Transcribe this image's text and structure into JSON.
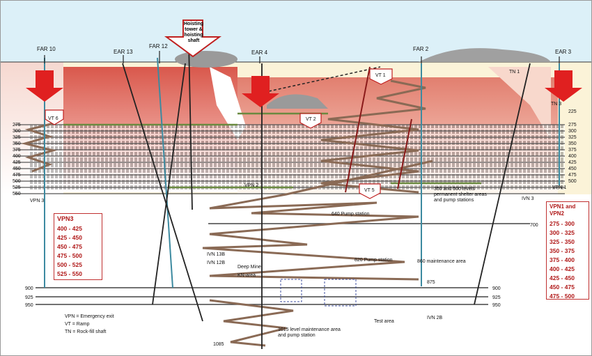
{
  "shafts": {
    "far10": "FAR 10",
    "ear13": "EAR 13",
    "far12": "FAR 12",
    "hoisting": "Hoisting tower & hoisting shaft",
    "ear4": "EAR 4",
    "far2": "FAR 2",
    "ear3": "EAR 3",
    "tn1": "TN 1",
    "tn3": "TN 3"
  },
  "ramps": {
    "vt1": "VT 1",
    "vt2": "VT 2",
    "vt5": "VT 5",
    "vt6": "VT 6"
  },
  "levels_left": [
    "275",
    "300",
    "325",
    "350",
    "375",
    "400",
    "425",
    "450",
    "475",
    "500",
    "525",
    "550"
  ],
  "levels_right": [
    "225",
    "275",
    "300",
    "325",
    "350",
    "375",
    "400",
    "425",
    "450",
    "475",
    "500"
  ],
  "deep_levels": {
    "l700": "700",
    "l875": "875",
    "l900": "900",
    "l925": "925",
    "l950": "950",
    "l1085": "1085"
  },
  "labels": {
    "vpn2": "VPN 2",
    "vpn1": "VPN 1",
    "vpn3": "VPN 3",
    "ivn3": "IVN 3",
    "ivn13b": "IVN 13B",
    "ivn12b": "IVN 12B",
    "ivn2b": "IVN 2B",
    "shelter": "350 and 500 levels permanent shelter areas and pump stations",
    "pump640": "640  Pump station",
    "pump820": "820  Pump station",
    "maint860": "860  maintenance area",
    "deepmine": "Deep Mine",
    "kn": "KN-area",
    "test": "Test area",
    "maint1015": "1015 level maintenance area and pump station"
  },
  "vpn3_box": {
    "title": "VPN3",
    "ranges": [
      "400 - 425",
      "425 - 450",
      "450 - 475",
      "475 - 500",
      "500 - 525",
      "525 - 550"
    ]
  },
  "vpn12_box": {
    "title": "VPN1  and VPN2",
    "ranges": [
      "275 - 300",
      "300 - 325",
      "325 - 350",
      "350 - 375",
      "375 - 400",
      "400 - 425",
      "425 - 450",
      "450 - 475",
      "475 - 500"
    ]
  },
  "legend": [
    "VPN = Emergency exit",
    "VT = Ramp",
    "TN = Rock-fill shaft"
  ],
  "colors": {
    "sky": "#dcf0f8",
    "red_zone": "#e06a5e",
    "pink_zone": "#f4c8c8",
    "arrow": "#e02020",
    "level_line": "#777777",
    "tunnel": "#8a6a55"
  }
}
